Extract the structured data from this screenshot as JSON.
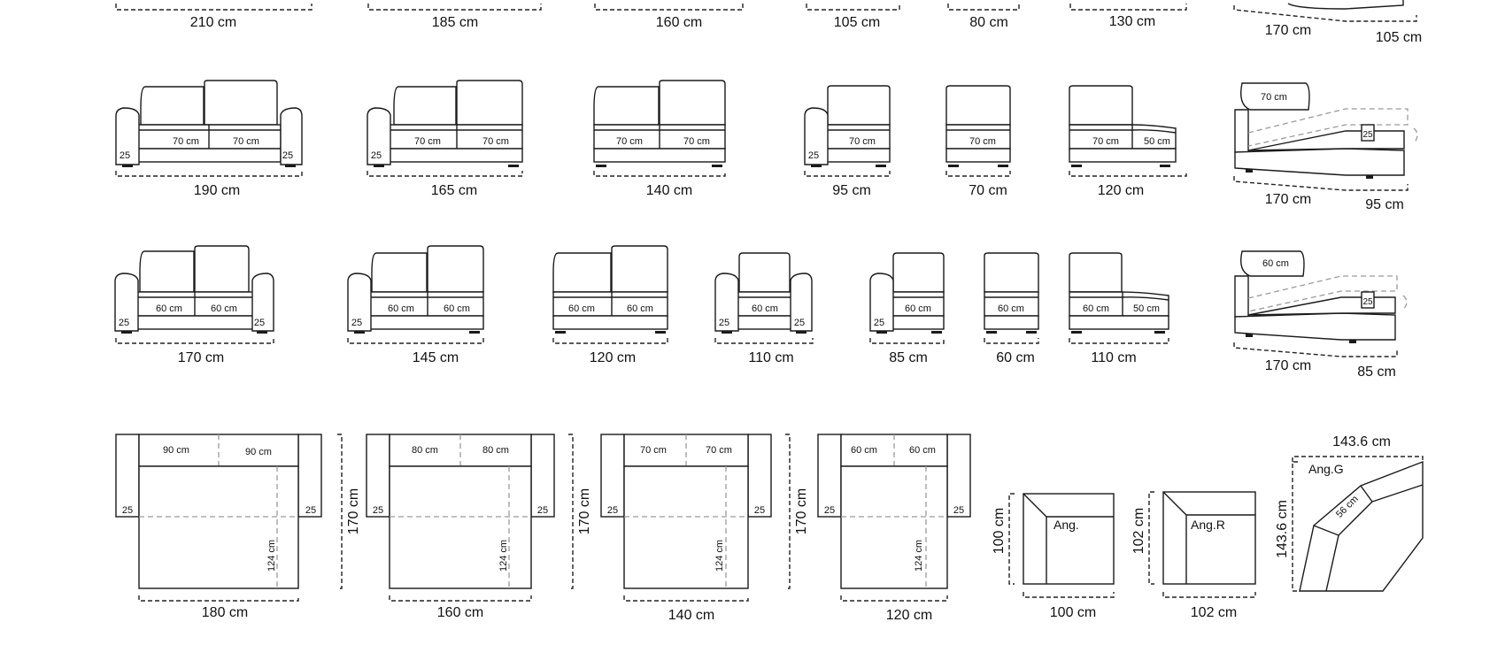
{
  "top_row": {
    "widths": [
      "210 cm",
      "185 cm",
      "160 cm",
      "105 cm",
      "80 cm",
      "130 cm"
    ],
    "corner_length": "170 cm",
    "corner_width": "105 cm"
  },
  "row_70": {
    "modules": [
      {
        "total": "190 cm",
        "seats": [
          "70 cm",
          "70 cm"
        ],
        "arms": [
          "25",
          "25"
        ]
      },
      {
        "total": "165 cm",
        "seats": [
          "70 cm",
          "70 cm"
        ],
        "arms": [
          "25"
        ]
      },
      {
        "total": "140 cm",
        "seats": [
          "70 cm",
          "70 cm"
        ],
        "arms": []
      },
      {
        "total": "95 cm",
        "seats": [
          "70 cm"
        ],
        "arms": [
          "25"
        ]
      },
      {
        "total": "70 cm",
        "seats": [
          "70 cm"
        ],
        "arms": []
      },
      {
        "total": "120 cm",
        "seats": [
          "70 cm",
          "50 cm"
        ],
        "arms": []
      }
    ],
    "chaise": {
      "headrest": "70 cm",
      "arm": "25",
      "length": "170 cm",
      "width": "95 cm"
    }
  },
  "row_60": {
    "modules": [
      {
        "total": "170 cm",
        "seats": [
          "60 cm",
          "60 cm"
        ],
        "arms": [
          "25",
          "25"
        ]
      },
      {
        "total": "145 cm",
        "seats": [
          "60 cm",
          "60 cm"
        ],
        "arms": [
          "25"
        ]
      },
      {
        "total": "120 cm",
        "seats": [
          "60 cm",
          "60 cm"
        ],
        "arms": []
      },
      {
        "total": "110 cm",
        "seats": [
          "60 cm"
        ],
        "arms": [
          "25",
          "25"
        ]
      },
      {
        "total": "85 cm",
        "seats": [
          "60 cm"
        ],
        "arms": [
          "25"
        ]
      },
      {
        "total": "60 cm",
        "seats": [
          "60 cm"
        ],
        "arms": []
      },
      {
        "total": "110 cm",
        "seats": [
          "60 cm",
          "50 cm"
        ],
        "arms": []
      }
    ],
    "chaise": {
      "headrest": "60 cm",
      "arm": "25",
      "length": "170 cm",
      "width": "85 cm"
    }
  },
  "beds": [
    {
      "seats": [
        "90 cm",
        "90 cm"
      ],
      "arms": [
        "25",
        "25"
      ],
      "bed_length": "124 cm",
      "bed_width": "180 cm",
      "depth": "170 cm"
    },
    {
      "seats": [
        "80 cm",
        "80 cm"
      ],
      "arms": [
        "25",
        "25"
      ],
      "bed_length": "124 cm",
      "bed_width": "160 cm",
      "depth": "170 cm"
    },
    {
      "seats": [
        "70 cm",
        "70 cm"
      ],
      "arms": [
        "25",
        "25"
      ],
      "bed_length": "124 cm",
      "bed_width": "140 cm",
      "depth": "170 cm"
    },
    {
      "seats": [
        "60 cm",
        "60 cm"
      ],
      "arms": [
        "25",
        "25"
      ],
      "bed_length": "124 cm",
      "bed_width": "120 cm"
    }
  ],
  "corners": [
    {
      "label": "Ang.",
      "width": "100 cm",
      "depth": "100 cm"
    },
    {
      "label": "Ang.R",
      "width": "102 cm",
      "depth": "102 cm"
    },
    {
      "label": "Ang.G",
      "width": "143.6 cm",
      "depth": "143.6 cm",
      "inner": "56 cm"
    }
  ]
}
